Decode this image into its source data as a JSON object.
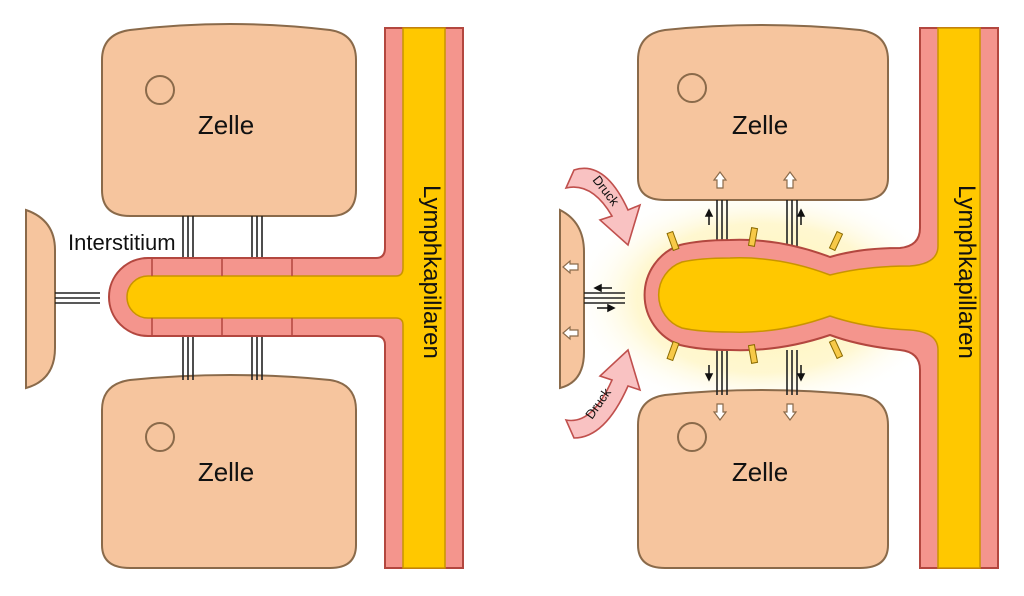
{
  "labels": {
    "cell": "Zelle",
    "interstitium": "Interstitium",
    "lymph": "Lymphkapillaren",
    "pressure": "Druck"
  },
  "colors": {
    "cell_fill": "#f6c59e",
    "cell_stroke": "#8a6a4a",
    "wall_fill": "#f4958d",
    "wall_stroke": "#b3473f",
    "lumen_fill": "#ffc800",
    "lumen_stroke": "#c99400",
    "glow": "#fff1a8",
    "flap_fill": "#f7c948",
    "arrow_fill": "#f9c2c2",
    "arrow_stroke": "#c0504d",
    "fiber": "#222222"
  }
}
